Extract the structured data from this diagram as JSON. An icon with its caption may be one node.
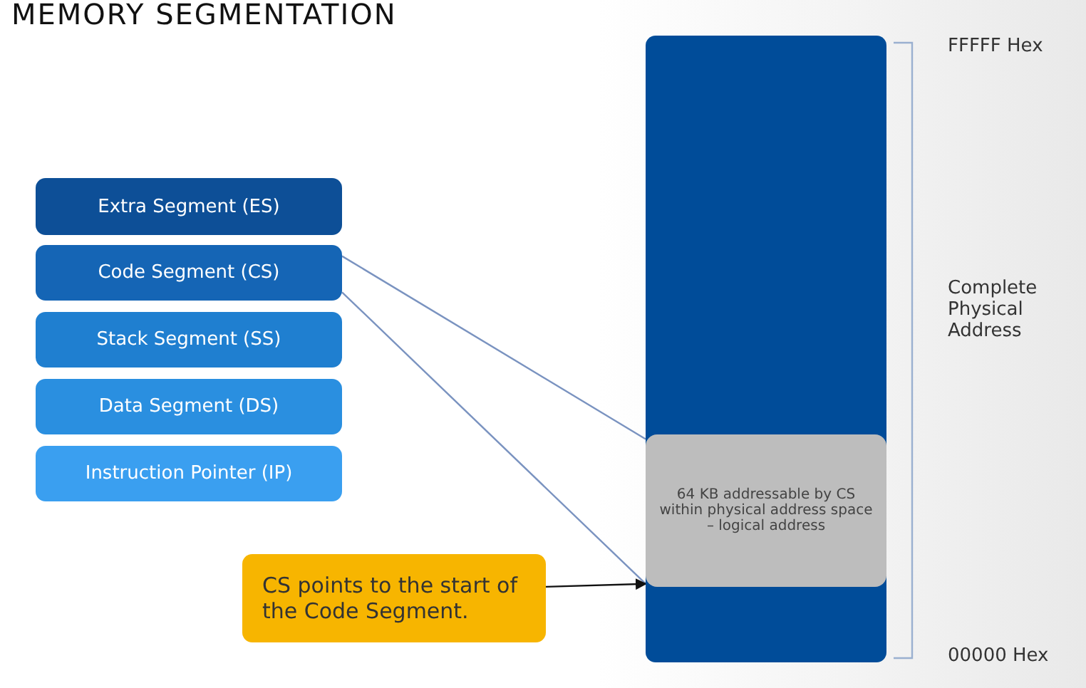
{
  "diagram": {
    "title": "MEMORY SEGMENTATION",
    "nodes": [
      {
        "text": [
          "Extra Segment (ES)"
        ]
      },
      {
        "text": [
          "Code Segment (CS)"
        ]
      },
      {
        "text": [
          "Stack Segment (SS)"
        ]
      },
      {
        "text": [
          "Data Segment (DS)"
        ]
      },
      {
        "text": [
          "Instruction Pointer (IP)"
        ]
      },
      {
        "text": [],
        "shape": "bar"
      },
      {
        "text": [
          "64 KB addressable by CS within physical address space – logical address"
        ],
        "in": 5
      },
      {
        "text": [
          "CS points to the start of the Code Segment."
        ]
      }
    ],
    "edges": [
      {
        "from": 1,
        "to": 6,
        "arrow": "none"
      },
      {
        "from": 1,
        "to": 6,
        "arrow": "none"
      },
      {
        "from": 7,
        "to": 6,
        "arrow": "to",
        "color": "#111111"
      }
    ],
    "labels": [
      "FFFFF Hex",
      "Complete Physical Address",
      "00000 Hex"
    ]
  }
}
